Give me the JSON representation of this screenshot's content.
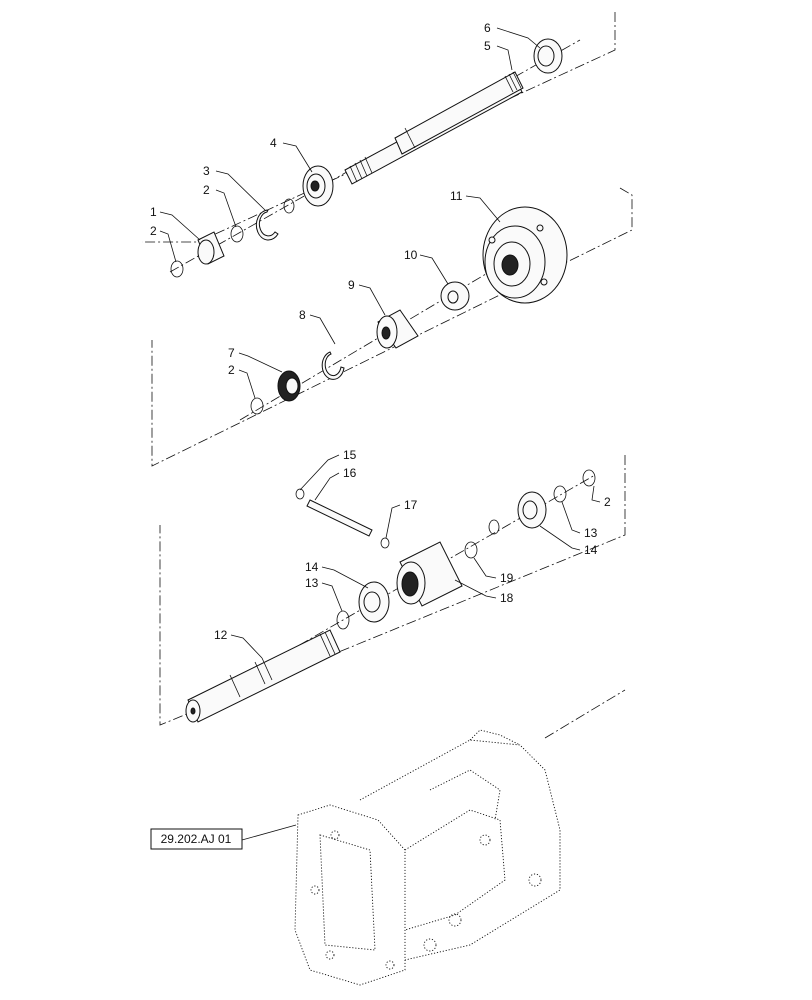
{
  "callouts": {
    "c1": "1",
    "c2a": "2",
    "c2b": "2",
    "c2c": "2",
    "c2d": "2",
    "c3": "3",
    "c4": "4",
    "c5": "5",
    "c6": "6",
    "c7": "7",
    "c8": "8",
    "c9": "9",
    "c10": "10",
    "c11": "11",
    "c12": "12",
    "c13a": "13",
    "c13b": "13",
    "c14a": "14",
    "c14b": "14",
    "c15": "15",
    "c16": "16",
    "c17": "17",
    "c18": "18",
    "c19": "19"
  },
  "reference": {
    "label": "29.202.AJ 01"
  }
}
